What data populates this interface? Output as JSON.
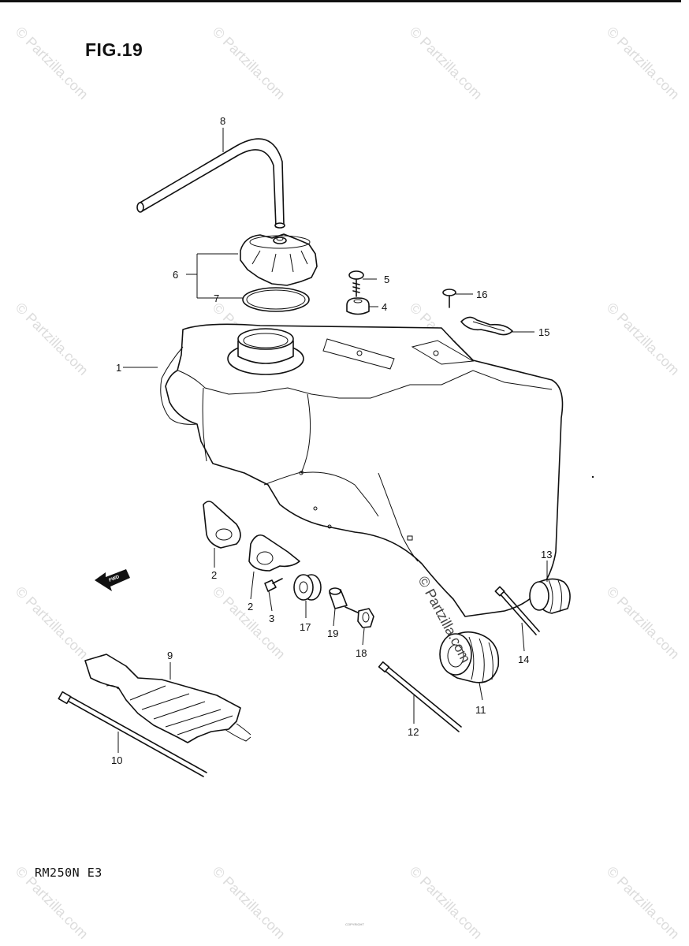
{
  "header": {
    "figure_title": "FIG.19"
  },
  "footer": {
    "model_code": "RM250N  E3",
    "fine_print": "COPYRIGHT"
  },
  "watermark": {
    "text": "© Partzilla.com",
    "center_text": "© Partzilla.com"
  },
  "fwd_arrow": {
    "label": "FWD"
  },
  "callouts": [
    "1",
    "2",
    "2",
    "3",
    "4",
    "5",
    "6",
    "7",
    "8",
    "9",
    "10",
    "11",
    "12",
    "13",
    "14",
    "15",
    "16",
    "17",
    "18",
    "19"
  ]
}
